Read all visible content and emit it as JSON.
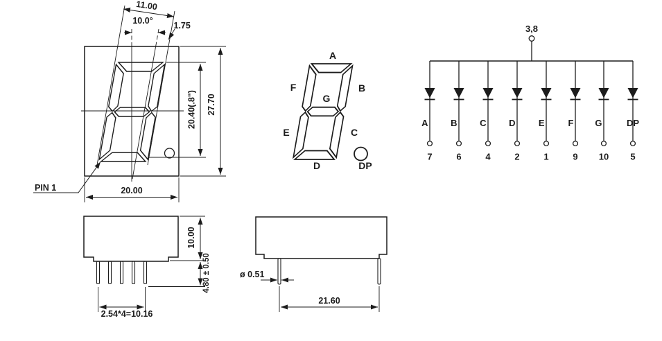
{
  "front_view": {
    "pin1_label": "PIN 1",
    "dims": {
      "digit_width": "11.00",
      "slant_angle": "10.0°",
      "segment_offset": "1.75",
      "digit_height": "20.40(.8\")",
      "body_height": "27.70",
      "body_width": "20.00"
    }
  },
  "segment_diagram": {
    "labels": {
      "a": "A",
      "b": "B",
      "c": "C",
      "d": "D",
      "e": "E",
      "f": "F",
      "g": "G",
      "dp": "DP"
    }
  },
  "pin_circuit": {
    "common_pins": "3,8",
    "branches": [
      {
        "segment": "A",
        "pin": "7"
      },
      {
        "segment": "B",
        "pin": "6"
      },
      {
        "segment": "C",
        "pin": "4"
      },
      {
        "segment": "D",
        "pin": "2"
      },
      {
        "segment": "E",
        "pin": "1"
      },
      {
        "segment": "F",
        "pin": "9"
      },
      {
        "segment": "G",
        "pin": "10"
      },
      {
        "segment": "DP",
        "pin": "5"
      }
    ]
  },
  "side_view_front": {
    "dims": {
      "body_depth": "10.00",
      "lead_length": "4.80 ± 0.50",
      "lead_pitch": "2.54*4=10.16"
    }
  },
  "side_view_side": {
    "dims": {
      "lead_diameter": "ø 0.51",
      "lead_span": "21.60"
    }
  },
  "colors": {
    "line": "#1c1c1c",
    "background": "#ffffff"
  }
}
